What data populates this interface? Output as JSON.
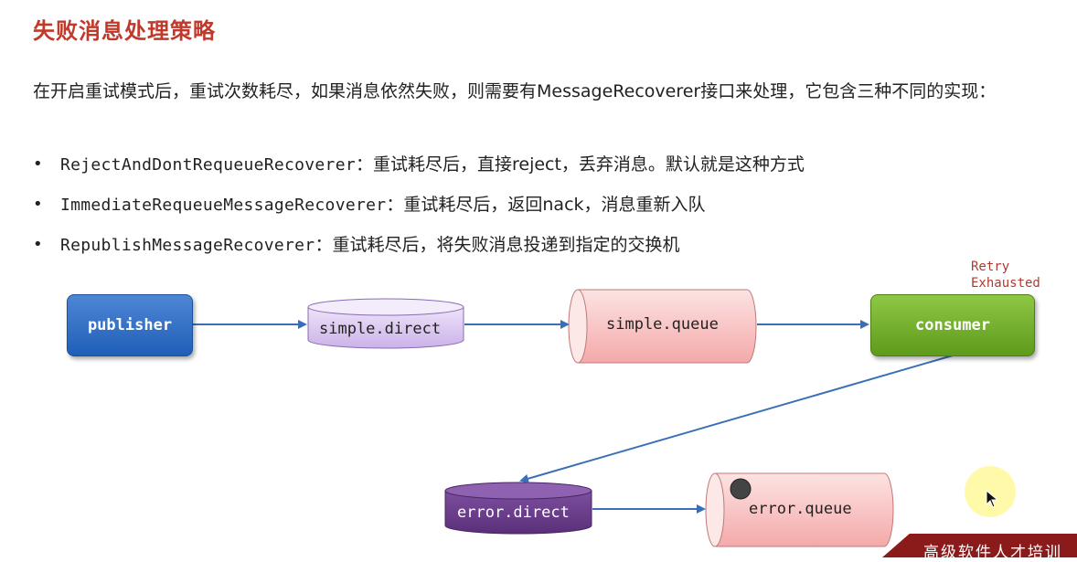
{
  "title": "失败消息处理策略",
  "intro": "在开启重试模式后，重试次数耗尽，如果消息依然失败，则需要有MessageRecoverer接口来处理，它包含三种不同的实现：",
  "bullets": [
    {
      "name": "RejectAndDontRequeueRecoverer",
      "desc": "：重试耗尽后，直接reject，丢弃消息。默认就是这种方式"
    },
    {
      "name": "ImmediateRequeueMessageRecoverer",
      "desc": "：重试耗尽后，返回nack，消息重新入队"
    },
    {
      "name": "RepublishMessageRecoverer",
      "desc": "：重试耗尽后，将失败消息投递到指定的交换机"
    }
  ],
  "bullet_symbol": "•",
  "diagram": {
    "publisher": "publisher",
    "simple_direct": "simple.direct",
    "simple_queue": "simple.queue",
    "consumer": "consumer",
    "retry_exhausted": "Retry\nExhausted",
    "error_direct": "error.direct",
    "error_queue": "error.queue"
  },
  "brand_text": "高级软件人才培训",
  "colors": {
    "title": "#c0392b",
    "publisher": "#2e6cc4",
    "consumer": "#72ad2a",
    "exchange": "#d9c4f0",
    "error_exchange": "#6a3d8a",
    "queue": "#f7b7b7",
    "arrow": "#3b6fb5",
    "brand": "#8b1a1a"
  },
  "icons": [
    "cursor-icon"
  ]
}
